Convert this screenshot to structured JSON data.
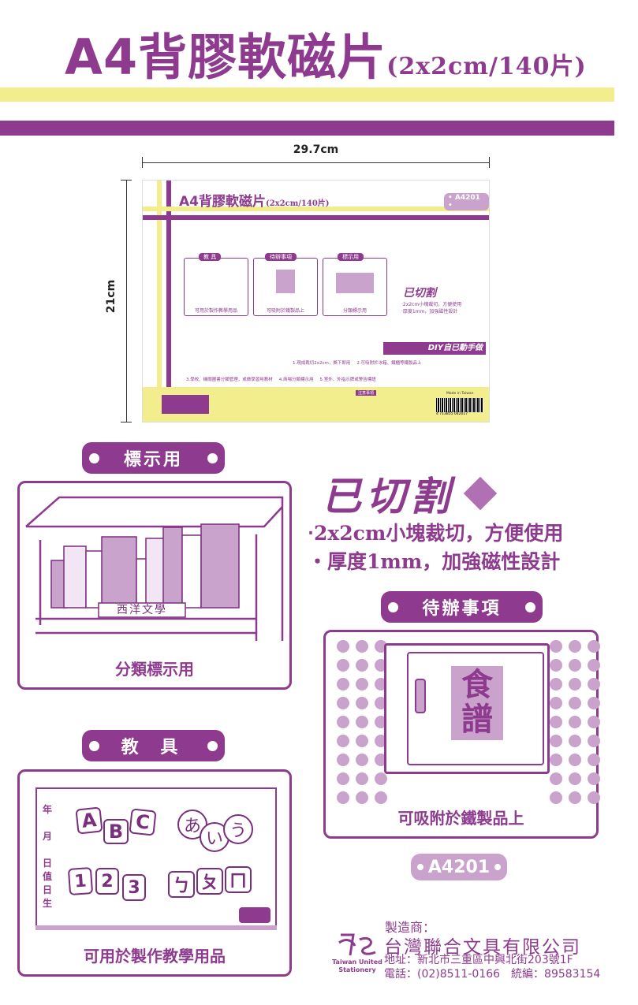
{
  "header": {
    "title": "A4背膠軟磁片",
    "subtitle": "(2x2cm/140片)"
  },
  "dimensions": {
    "width_label": "29.7cm",
    "height_label": "21cm"
  },
  "package": {
    "title": "A4背膠軟磁片",
    "subtitle": "(2x2cm/140片)",
    "code": "• A4201 •",
    "panels": [
      {
        "tag": "教 具",
        "caption": "可用於製作教學用品"
      },
      {
        "tag": "待辦事項",
        "caption": "可吸附於鐵製品上"
      },
      {
        "tag": "標示用",
        "caption": "分類標示用"
      }
    ],
    "cut_title": "已切割",
    "cut_points": [
      "‧2x2cm小塊裁切，方便使用",
      "‧厚度1mm，加強磁性設計"
    ],
    "diy": "DIY自已動手做",
    "steps_row1": [
      "1.現成裁切2x2cm，撕下即用",
      "2.可吸附於冰箱、鐵櫃等鐵製品上"
    ],
    "steps_row2": [
      "3.學校、機關圖書分類管理，或做學習用教材",
      "4.商場分類標示用",
      "5.室外、外指示牌或警告標語"
    ],
    "notice_tag": "注意事項",
    "made_in": "Made in Taiwan",
    "barcode_number": "4 713855 042017"
  },
  "sign_section": {
    "tag": "標示用",
    "shelf_label": "西洋文學",
    "caption": "分類標示用"
  },
  "cut_section": {
    "title": "已切割",
    "points": [
      "‧2x2cm小塊裁切，方便使用",
      "‧厚度1mm，加強磁性設計"
    ]
  },
  "todo_section": {
    "tag": "待辦事項",
    "recipe_label": "食譜",
    "recipe_chars": [
      "食",
      "譜"
    ],
    "caption": "可吸附於鐵製品上"
  },
  "teach_section": {
    "tag": "教 具",
    "side_labels": [
      "年",
      "月",
      "日",
      "值",
      "日",
      "生"
    ],
    "letters": [
      "A",
      "B",
      "C"
    ],
    "kana": [
      "あ",
      "い",
      "う"
    ],
    "numbers": [
      "1",
      "2",
      "3"
    ],
    "bopomofo": [
      "ㄅ",
      "ㄆ",
      "ㄇ"
    ],
    "caption": "可用於製作教學用品"
  },
  "product_code": "A4201",
  "maker": {
    "label": "製造商：",
    "name": "台灣聯合文具有限公司",
    "address": "地址：新北市三重區中興北街203號1F",
    "phone": "電話：(02)8511-0166　統編：89583154",
    "logo_line1": "Taiwan United",
    "logo_line2": "Stationery"
  },
  "colors": {
    "brand_purple": "#8e3b8f",
    "yellow": "#f2ee8d",
    "light_purple": "#c9a3cc"
  }
}
